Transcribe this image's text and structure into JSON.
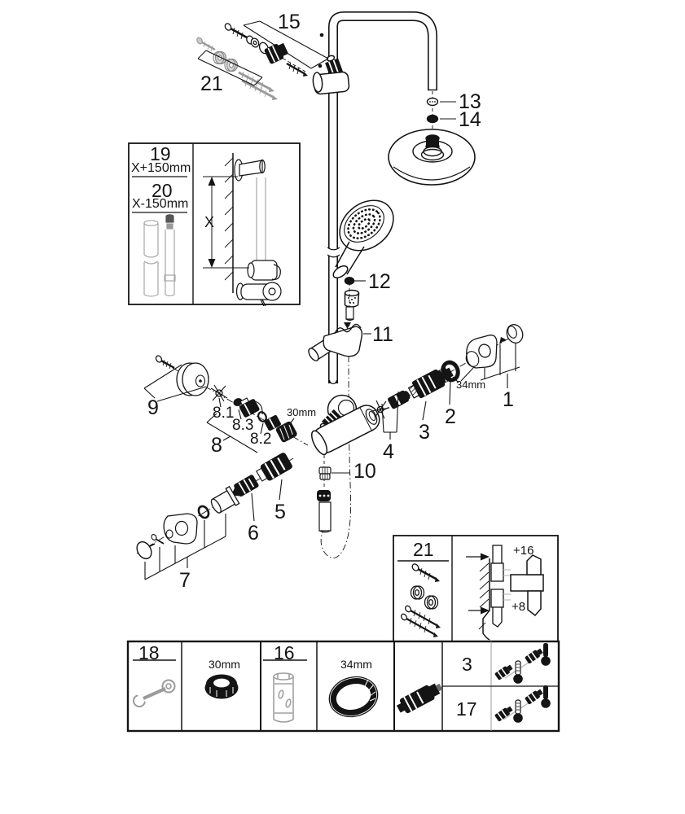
{
  "diagram": {
    "type": "exploded-parts-diagram",
    "subject": "thermostatic shower system with head shower and hand shower",
    "colors": {
      "line": "#141414",
      "muted_gray": "#9a9a9a",
      "background": "#ffffff"
    },
    "callouts": {
      "part15": "15",
      "part21_top": "21",
      "part13": "13",
      "part14": "14",
      "part12": "12",
      "part11": "11",
      "part10": "10",
      "part9": "9",
      "part8": "8",
      "part8_1": "8.1",
      "part8_2": "8.2",
      "part8_3": "8.3",
      "part7": "7",
      "part6": "6",
      "part5": "5",
      "part4": "4",
      "part3": "3",
      "part2": "2",
      "part1": "1",
      "size_30mm": "30mm",
      "size_34mm": "34mm"
    },
    "inset_height": {
      "part19": "19",
      "part19_formula": "X+150mm",
      "part20": "20",
      "part20_formula": "X-150mm",
      "dimension": "X"
    },
    "inset_mounting": {
      "part21": "21",
      "offset_top": "+16",
      "offset_bottom": "+8"
    },
    "tools_table": {
      "cell_18": "18",
      "cell_30mm": "30mm",
      "cell_16": "16",
      "cell_34mm": "34mm",
      "row_part3": "3",
      "row_part17": "17"
    },
    "icons": {
      "tool_18": "open-end-wrench-icon",
      "tool_30mm": "cap-nut-icon",
      "tool_16": "socket-sleeve-tool-icon",
      "tool_34mm": "threaded-ring-icon",
      "coupling": "check-valve-coupling-icon",
      "rows_3_17": "screw-plug-and-thermometer-icon",
      "inset_21": "screws-and-washers-icon"
    }
  }
}
